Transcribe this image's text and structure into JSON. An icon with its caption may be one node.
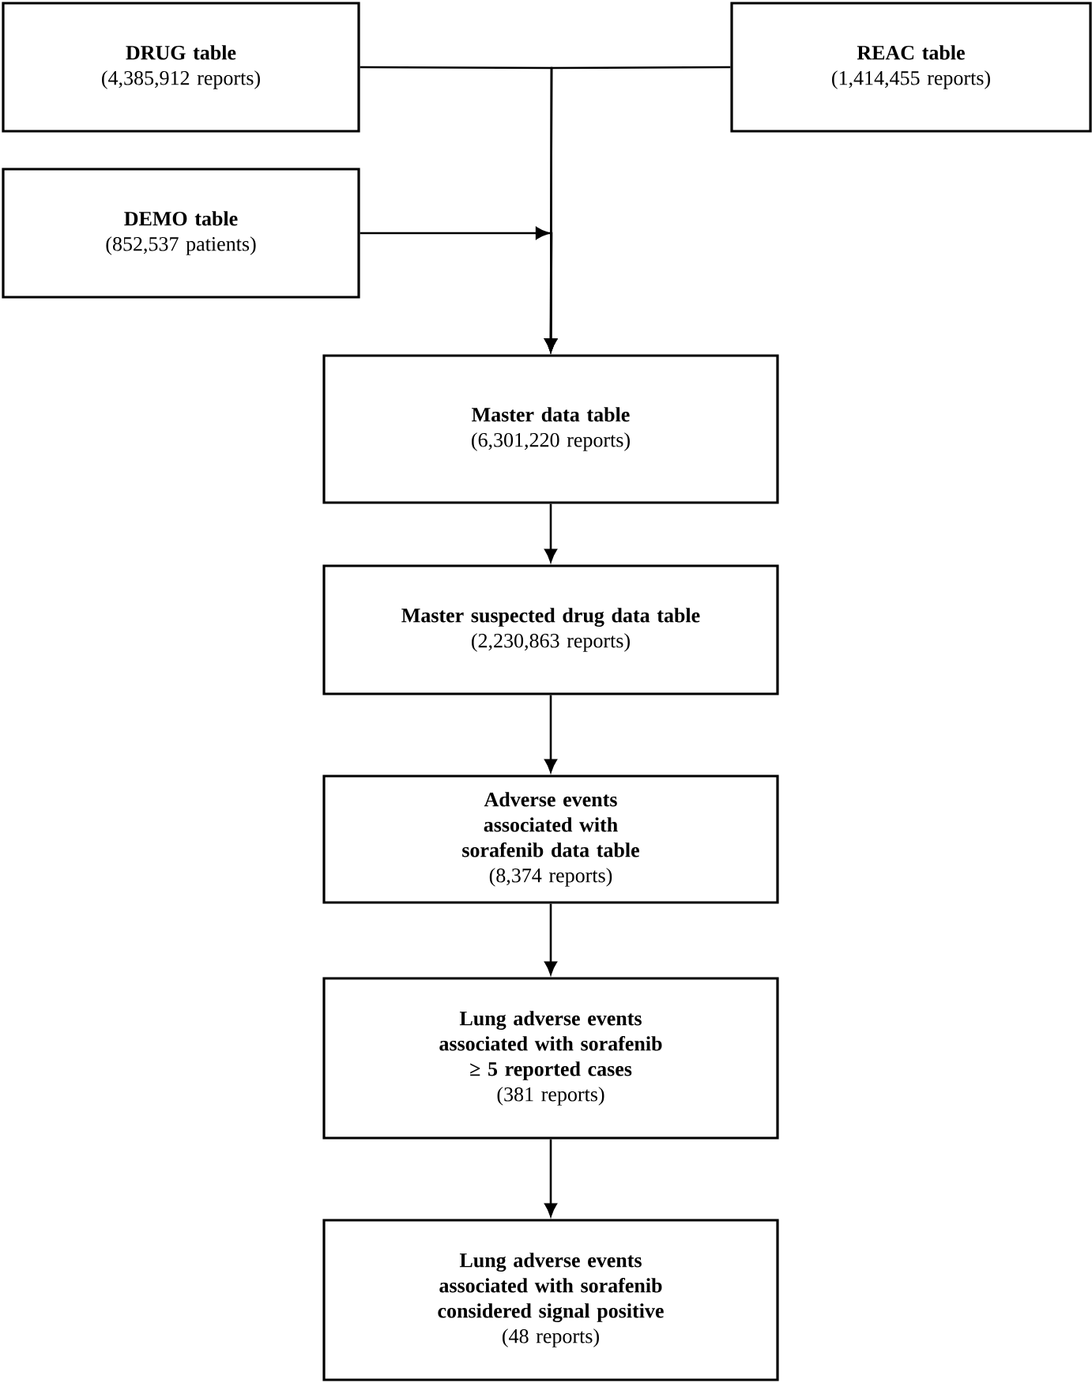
{
  "diagram": {
    "nodes": [
      {
        "text": [
          "DRUG table",
          "(4,385,912 reports)"
        ]
      },
      {
        "text": [
          "REAC table",
          "(1,414,455 reports)"
        ]
      },
      {
        "text": [
          "DEMO table",
          "(852,537 patients)"
        ]
      },
      {
        "text": [
          "Master data table",
          "(6,301,220 reports)"
        ]
      },
      {
        "text": [
          "Master suspected drug data table",
          "(2,230,863 reports)"
        ]
      },
      {
        "text": [
          "Adverse events associated with sorafenib data table",
          "(8,374 reports)"
        ]
      },
      {
        "text": [
          "Lung adverse events associated with sorafenib ≥ 5 reported cases",
          "(381 reports)"
        ]
      },
      {
        "text": [
          "Lung adverse events associated with sorafenib considered signal positive",
          "(48 reports)"
        ]
      }
    ],
    "edges": [
      {
        "from": 0,
        "to": 3,
        "arrow": "to"
      },
      {
        "from": 1,
        "to": 3,
        "arrow": "to"
      },
      {
        "from": 2,
        "to": 3,
        "arrow": "to"
      },
      {
        "from": 3,
        "to": 4,
        "arrow": "to"
      },
      {
        "from": 4,
        "to": 5,
        "arrow": "to"
      },
      {
        "from": 5,
        "to": 6,
        "arrow": "to"
      },
      {
        "from": 6,
        "to": 7,
        "arrow": "to"
      }
    ]
  }
}
